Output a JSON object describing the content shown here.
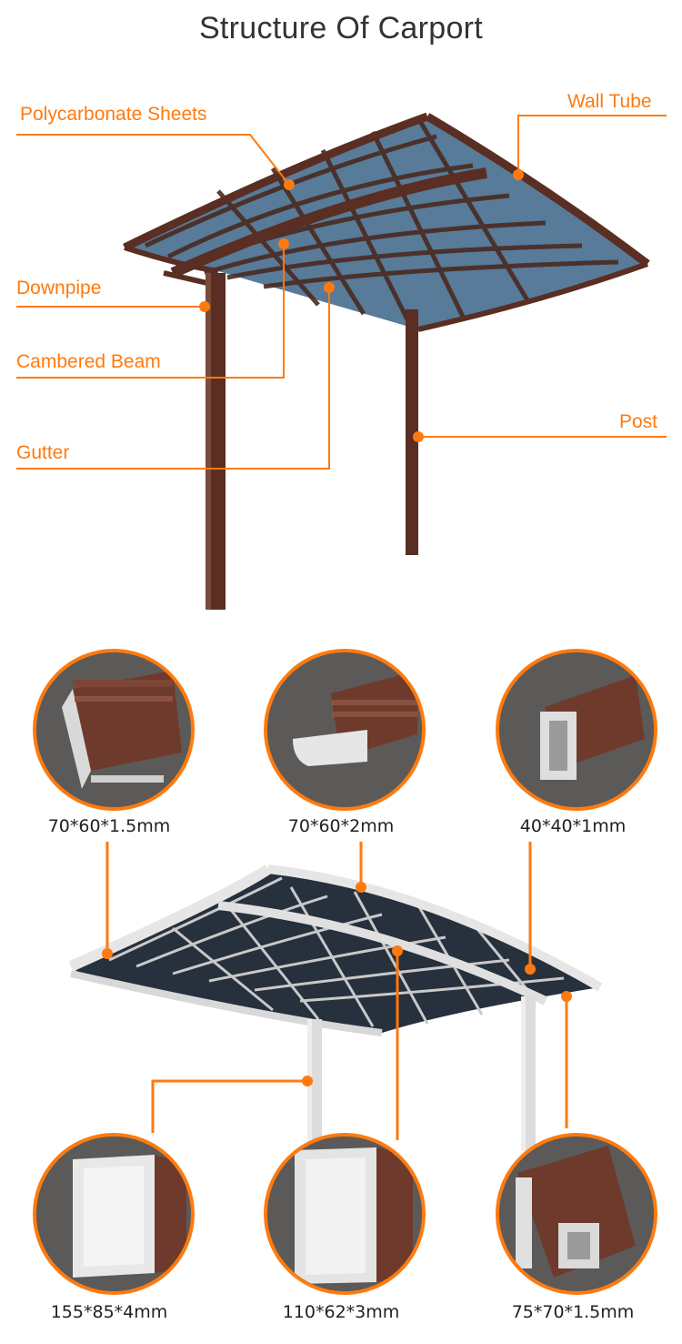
{
  "page": {
    "title": "Structure Of Carport",
    "accent_color": "#ff7a0e",
    "frame_brown": "#5a2e22",
    "panel_blue": "#4a6f8d"
  },
  "callouts": {
    "polycarbonate": "Polycarbonate Sheets",
    "wall_tube": "Wall Tube",
    "downpipe": "Downpipe",
    "cambered_beam": "Cambered Beam",
    "gutter": "Gutter",
    "post": "Post"
  },
  "profiles": [
    {
      "size": "70*60*1.5mm",
      "icon": "gutter-profile"
    },
    {
      "size": "70*60*2mm",
      "icon": "wall-tube-profile"
    },
    {
      "size": "40*40*1mm",
      "icon": "small-tube-profile"
    },
    {
      "size": "155*85*4mm",
      "icon": "post-profile"
    },
    {
      "size": "110*62*3mm",
      "icon": "beam-profile"
    },
    {
      "size": "75*70*1.5mm",
      "icon": "edge-profile"
    }
  ]
}
